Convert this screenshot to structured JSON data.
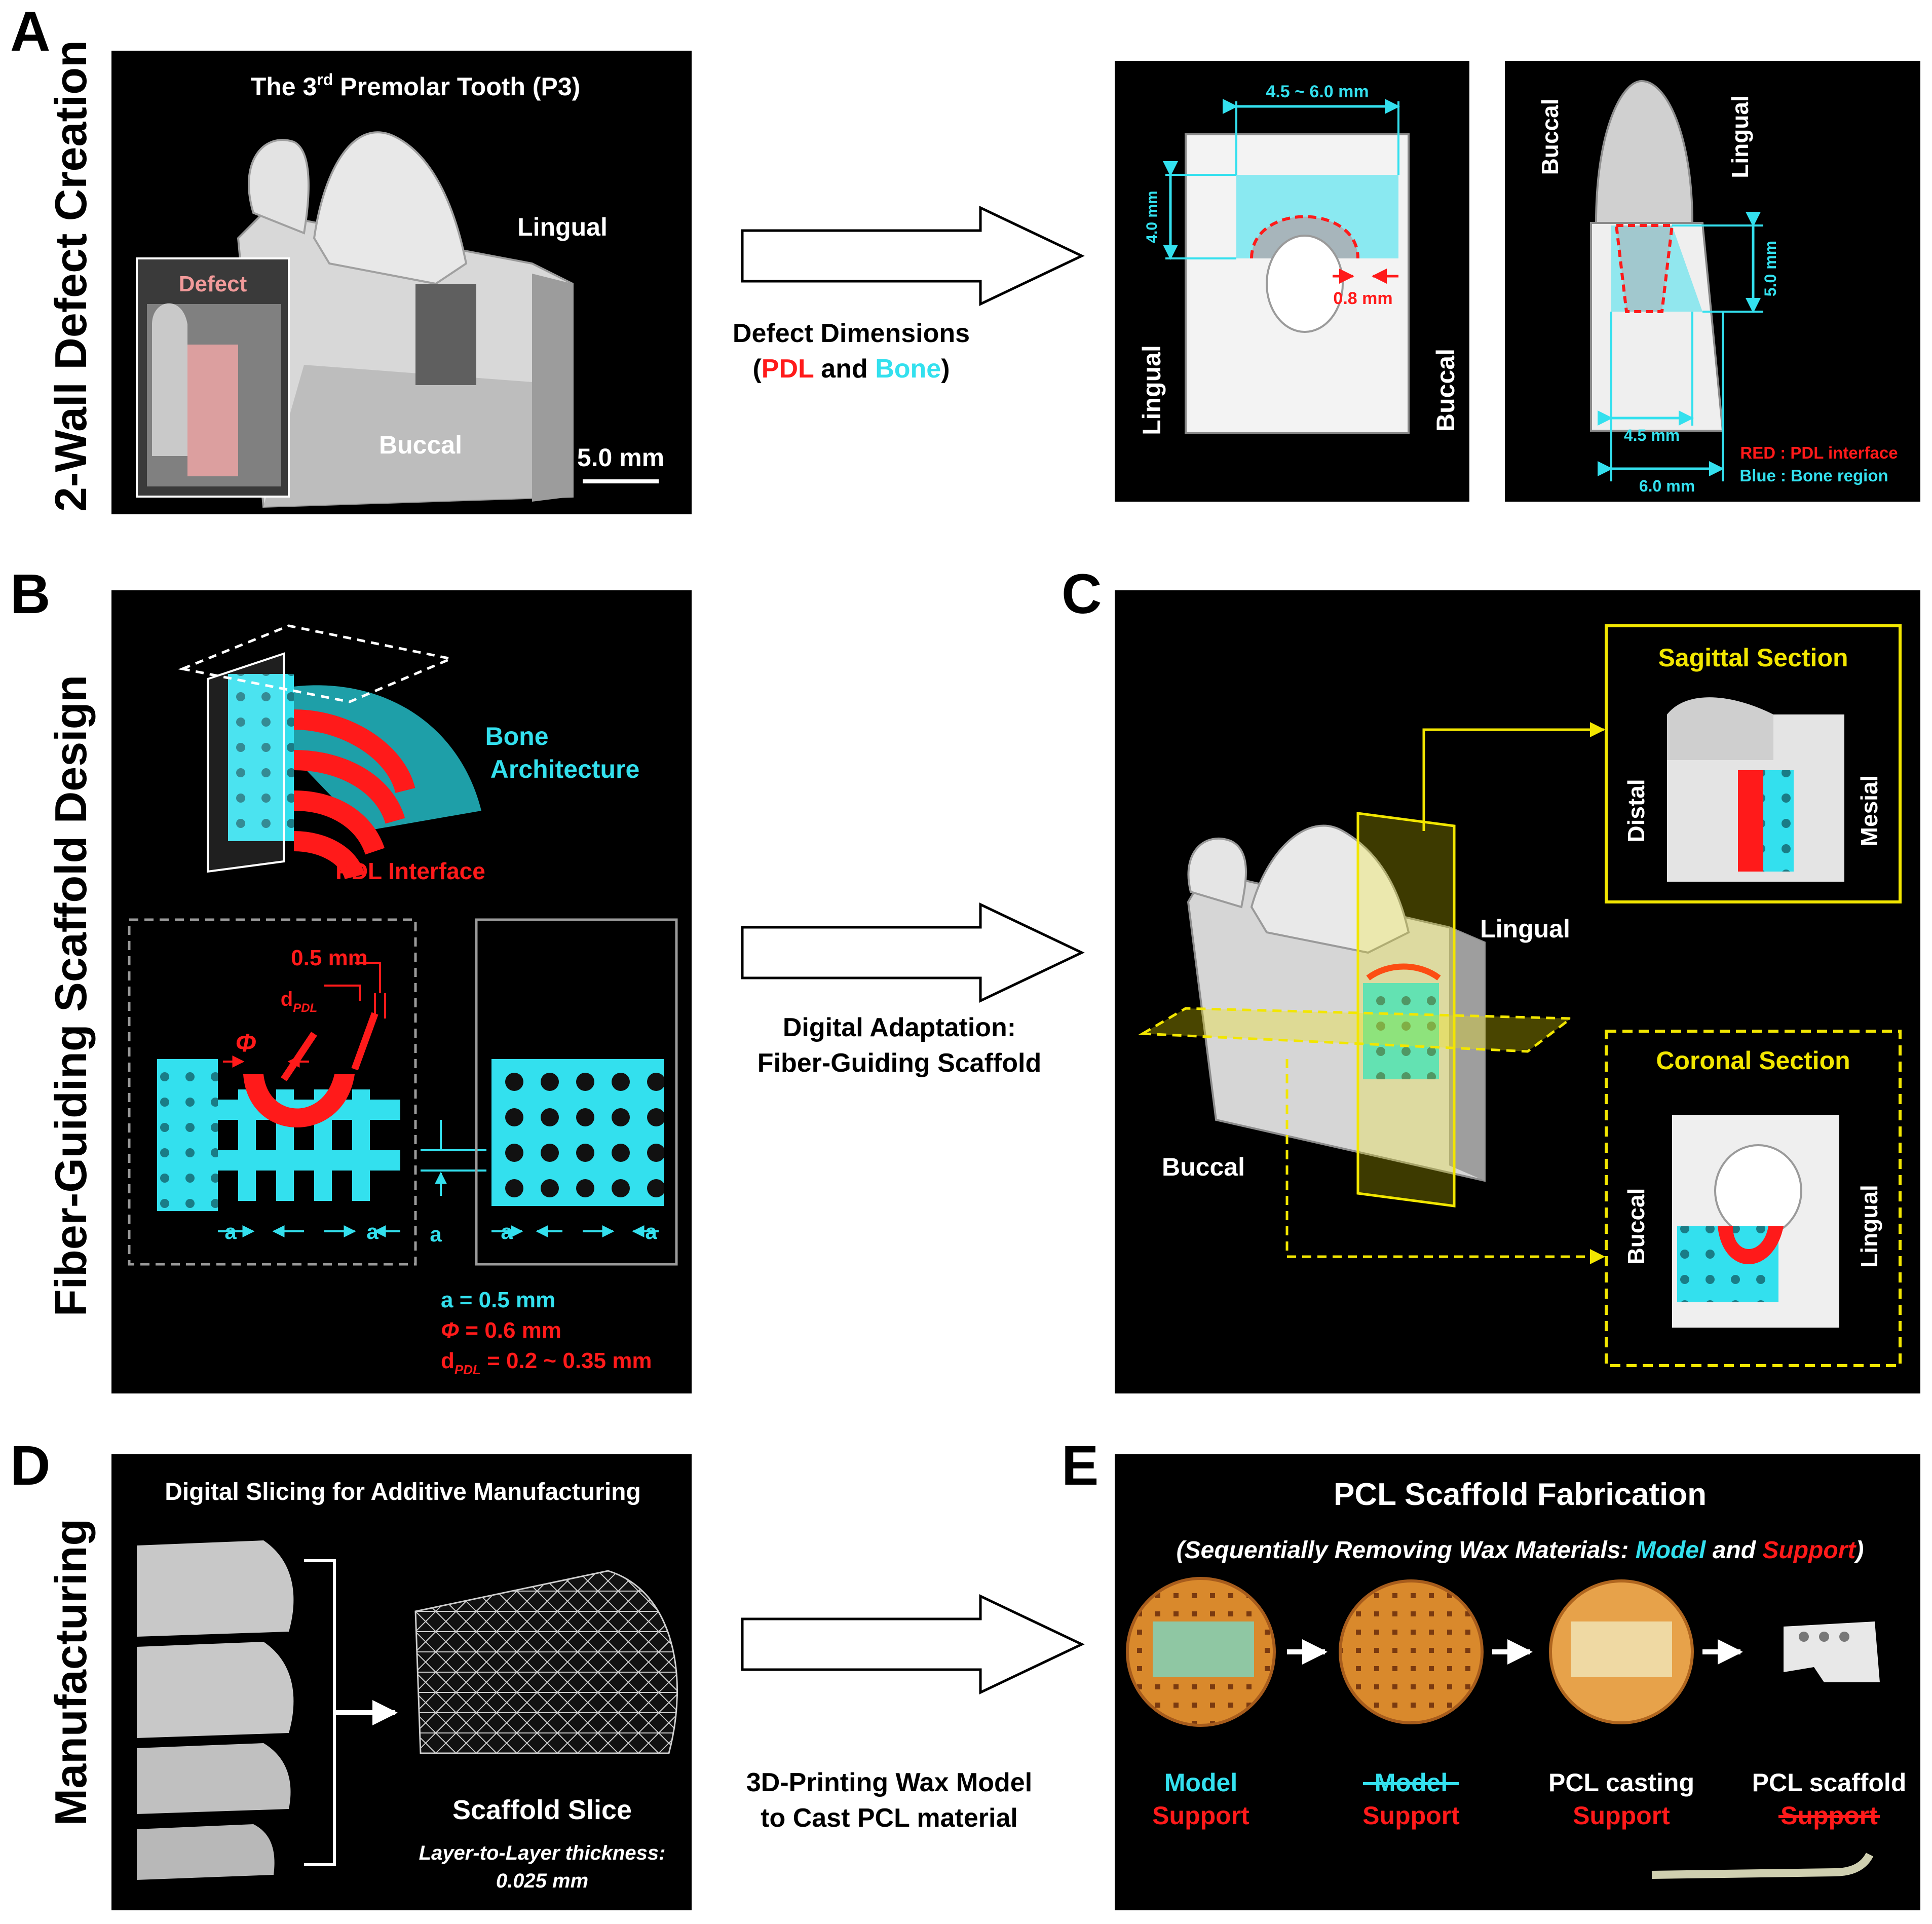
{
  "panels": {
    "A": {
      "letter": "A",
      "side_label": "2-Wall Defect Creation",
      "title_pre": "The 3",
      "title_sup": "rd",
      "title_post": " Premolar Tooth (P3)",
      "inset_label": "Defect",
      "lingual": "Lingual",
      "buccal": "Buccal",
      "scale": "5.0 mm",
      "arrow_caption_line1": "Defect Dimensions",
      "arrow_caption_open": "(",
      "arrow_caption_pdl": "PDL",
      "arrow_caption_and": " and ",
      "arrow_caption_bone": "Bone",
      "arrow_caption_close": ")",
      "top_view": {
        "width_dim": "4.5 ~ 6.0 mm",
        "height_dim": "4.0 mm",
        "pdl_dim": "0.8 mm",
        "left_label": "Lingual",
        "right_label": "Buccal"
      },
      "side_view": {
        "left_label": "Buccal",
        "right_label": "Lingual",
        "height_dim": "5.0 mm",
        "inner_width": "4.5 mm",
        "outer_width": "6.0 mm",
        "legend_red": "RED : PDL interface",
        "legend_blue": "Blue : Bone region"
      }
    },
    "B": {
      "letter": "B",
      "side_label": "Fiber-Guiding Scaffold Design",
      "bone_label_1": "Bone",
      "bone_label_2": "Architecture",
      "pdl_label": "PDL Interface",
      "dim_05": "0.5 mm",
      "dpdl": "d",
      "dpdl_sub": "PDL",
      "phi": "Φ",
      "a": "a",
      "legend_a": "a = 0.5 mm",
      "legend_phi_sym": "Φ",
      "legend_phi_val": " = 0.6 mm",
      "legend_d": "d",
      "legend_d_sub": "PDL",
      "legend_d_val": " = 0.2 ~ 0.35 mm",
      "arrow_caption_line1": "Digital Adaptation:",
      "arrow_caption_line2": "Fiber-Guiding Scaffold"
    },
    "C": {
      "letter": "C",
      "lingual": "Lingual",
      "buccal": "Buccal",
      "sagittal_title": "Sagittal Section",
      "sagittal_left": "Distal",
      "sagittal_right": "Mesial",
      "coronal_title": "Coronal Section",
      "coronal_left": "Buccal",
      "coronal_right": "Lingual"
    },
    "D": {
      "letter": "D",
      "side_label": "Manufacturing",
      "title": "Digital Slicing for Additive Manufacturing",
      "slice_label": "Scaffold Slice",
      "thickness_line1": "Layer-to-Layer thickness:",
      "thickness_line2": "0.025 mm",
      "arrow_caption_line1": "3D-Printing Wax Model",
      "arrow_caption_line2": "to Cast PCL material"
    },
    "E": {
      "letter": "E",
      "title": "PCL Scaffold Fabrication",
      "subtitle_pre": "(Sequentially Removing Wax Materials: ",
      "subtitle_model": "Model",
      "subtitle_and": " and ",
      "subtitle_support": "Support",
      "subtitle_close": ")",
      "steps": [
        {
          "line1": "Model",
          "line2": "Support",
          "line1_struck": false,
          "line2_struck": false
        },
        {
          "line1": "Model",
          "line2": "Support",
          "line1_struck": true,
          "line2_struck": false
        },
        {
          "line1": "PCL casting",
          "line2": "Support",
          "line1_struck": false,
          "line2_struck": false
        },
        {
          "line1": "PCL scaffold",
          "line2": "Support",
          "line1_struck": false,
          "line2_struck": true
        }
      ]
    }
  },
  "colors": {
    "cyan": "#33e0ee",
    "red": "#ff1a1a",
    "yellow": "#f2e600",
    "panel_bg": "#000000",
    "bone_gray": "#d8d8d8"
  }
}
